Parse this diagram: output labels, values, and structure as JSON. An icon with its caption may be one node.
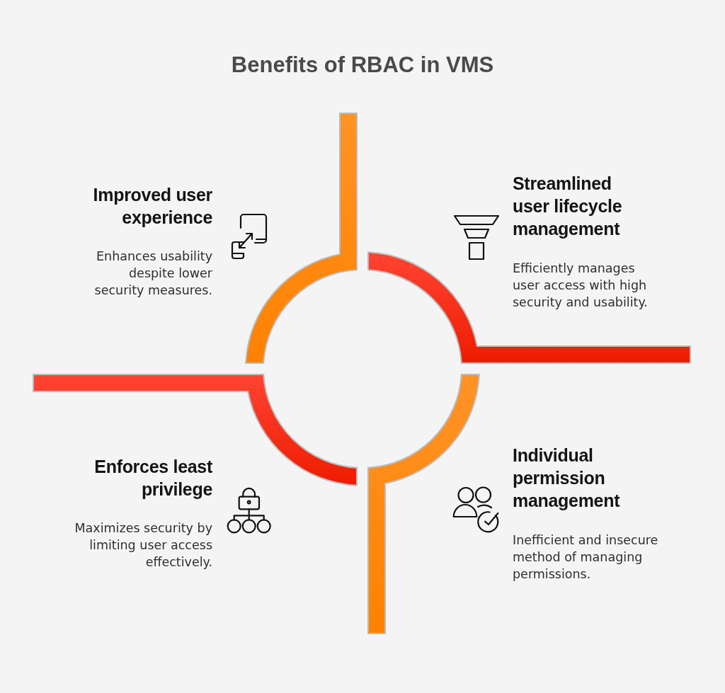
{
  "diagram": {
    "title": "Benefits of RBAC in VMS",
    "nodes": [
      {
        "text": [
          "Improved user experience",
          "Enhances usability despite lower security measures."
        ]
      },
      {
        "text": [
          "Streamlined user lifecycle management",
          "Efficiently manages user access with high security and usability."
        ]
      },
      {
        "text": [
          "Enforces least privilege",
          "Maximizes security by limiting user access effectively."
        ]
      },
      {
        "text": [
          "Individual permission management",
          "Inefficient and insecure method of managing permissions."
        ]
      }
    ]
  }
}
